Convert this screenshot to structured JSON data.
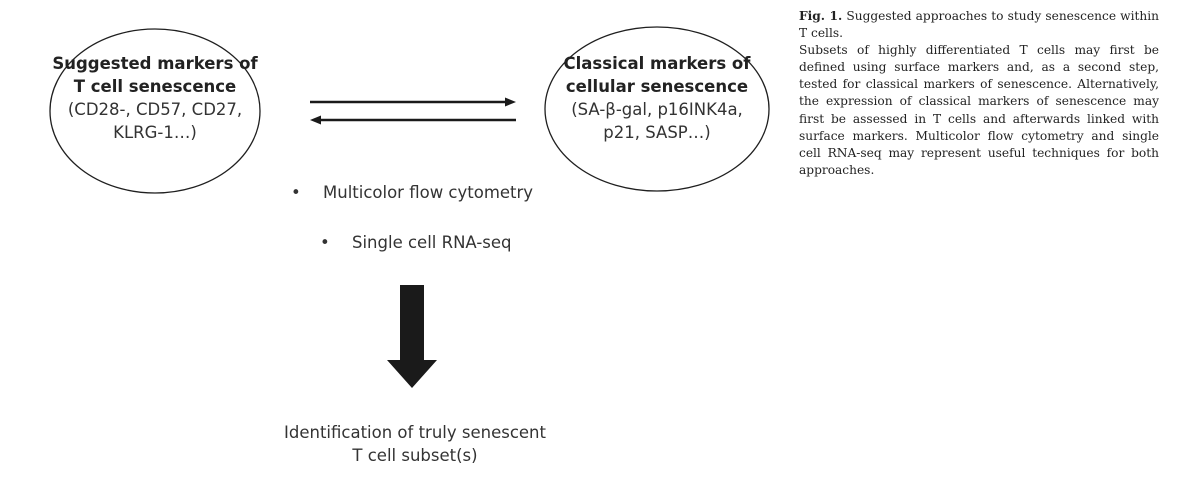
{
  "diagram": {
    "left_node": {
      "title_line1": "Suggested markers of",
      "title_line2": "T cell senescence",
      "detail_line1": "(CD28-, CD57, CD27,",
      "detail_line2": "KLRG-1…)"
    },
    "right_node": {
      "title_line1": "Classical markers of",
      "title_line2": "cellular senescence",
      "detail_line1": "(SA-β-gal, p16INK4a,",
      "detail_line2": "p21, SASP…)"
    },
    "techniques": [
      "Multicolor flow cytometry",
      "Single cell RNA-seq"
    ],
    "bullet_symbol": "•",
    "result_line1": "Identification of truly senescent",
    "result_line2": "T cell subset(s)",
    "colors": {
      "stroke": "#1f1f1f",
      "arrow_fill": "#1a1a1a",
      "text": "#2b2b2b"
    }
  },
  "caption": {
    "label": "Fig. 1.",
    "title": "Suggested approaches to study senescence within T cells.",
    "body": "Subsets of highly differentiated T cells may first be defined using surface markers and, as a second step, tested for classical markers of senescence. Alternatively, the expression of classical markers of senescence may first be assessed in T cells and afterwards linked with surface markers. Multicolor flow cytometry and single cell RNA-seq may re­present useful techniques for both approaches."
  }
}
